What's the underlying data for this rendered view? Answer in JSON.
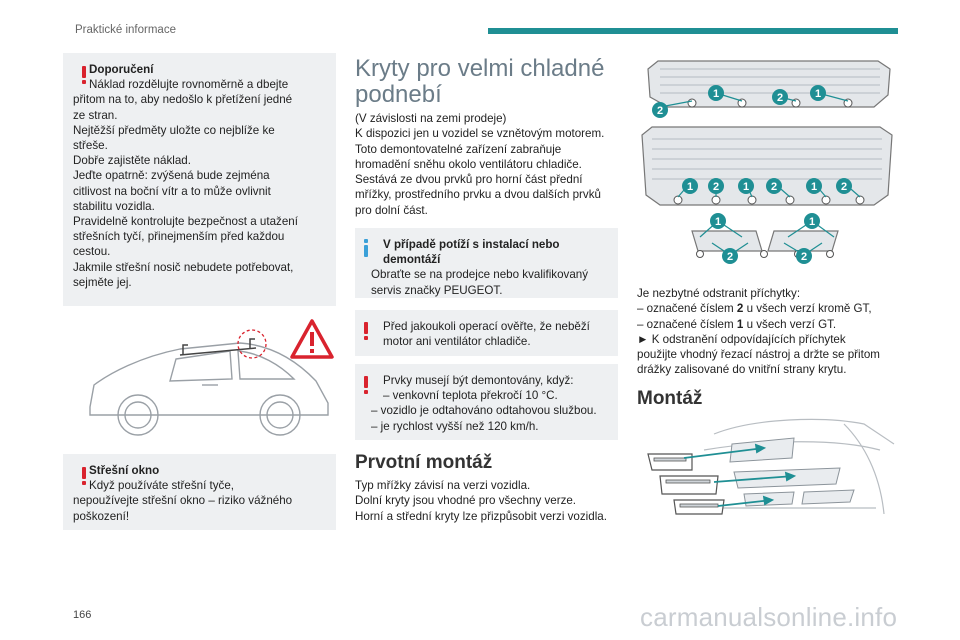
{
  "header": {
    "title": "Praktické informace"
  },
  "page_number": "166",
  "watermark": "carmanualsonline.info",
  "box_recommendation": {
    "title": "Doporučení",
    "lines": [
      "Náklad rozdělujte rovnoměrně a dbejte",
      "přitom na to, aby nedošlo k přetížení jedné",
      "ze stran.",
      "Nejtěžší předměty uložte co nejblíže ke",
      "střeše.",
      "Dobře zajistěte náklad.",
      "Jeďte opatrně: zvýšená bude zejména",
      "citlivost na boční vítr a to může ovlivnit",
      "stabilitu vozidla.",
      "Pravidelně kontrolujte bezpečnost a utažení",
      "střešních tyčí, přinejmenším před každou",
      "cestou.",
      "Jakmile střešní nosič nebudete potřebovat,",
      "sejměte jej."
    ]
  },
  "box_roof_window": {
    "title": "Střešní okno",
    "lines": [
      "Když používáte střešní tyče,",
      "nepoužívejte střešní okno – riziko vážného",
      "poškození!"
    ]
  },
  "section_covers": {
    "title_line1": "Kryty pro velmi chladné",
    "title_line2": "podnebí",
    "lines": [
      "(V závislosti na zemi prodeje)",
      "K dispozici jen u vozidel se vznětovým motorem.",
      "Toto demontovatelné zařízení zabraňuje",
      "hromadění sněhu okolo ventilátoru chladiče.",
      "Sestává ze dvou prvků pro horní část přední",
      "mřížky, prostředního prvku a dvou dalších prvků",
      "pro dolní část."
    ]
  },
  "box_install_info": {
    "title_line1": "V případě potíží s instalací nebo",
    "title_line2": "demontáží",
    "lines": [
      "Obraťte se na prodejce nebo kvalifikovaný",
      "servis značky PEUGEOT."
    ]
  },
  "box_fan_warning": {
    "lines": [
      "Před jakoukoli operací ověřte, že neběží",
      "motor ani ventilátor chladiče."
    ]
  },
  "box_removal_warning": {
    "line1": "Prvky musejí být demontovány, když:",
    "line2": "–  venkovní teplota překročí 10 °C.",
    "line3": "–  vozidlo je odtahováno odtahovou službou.",
    "line4": "–  je rychlost vyšší než 120 km/h."
  },
  "section_first_install": {
    "title": "Prvotní montáž",
    "lines": [
      "Typ mřížky závisí na verzi vozidla.",
      "Dolní kryty jsou vhodné pro všechny verze.",
      "Horní a střední kryty lze přizpůsobit verzi vozidla."
    ]
  },
  "clips": {
    "intro": "Je nezbytné odstranit příchytky:",
    "item1_a": "–  označené číslem ",
    "item1_b": "2",
    "item1_c": " u všech verzí kromě GT,",
    "item2_a": "–  označené číslem ",
    "item2_b": "1",
    "item2_c": " u všech verzí GT.",
    "step1": "►  K odstranění odpovídajících příchytek",
    "step2": "použijte vhodný řezací nástroj a držte se přitom",
    "step3": "drážky zalisované do vnitřní strany krytu."
  },
  "section_mounting": {
    "title": "Montáž"
  },
  "diagram_labels": {
    "one": "1",
    "two": "2"
  },
  "colors": {
    "accent": "#1f8f94",
    "warning": "#d9232e",
    "info": "#3aa0d8",
    "box_bg": "#eef0f2"
  }
}
